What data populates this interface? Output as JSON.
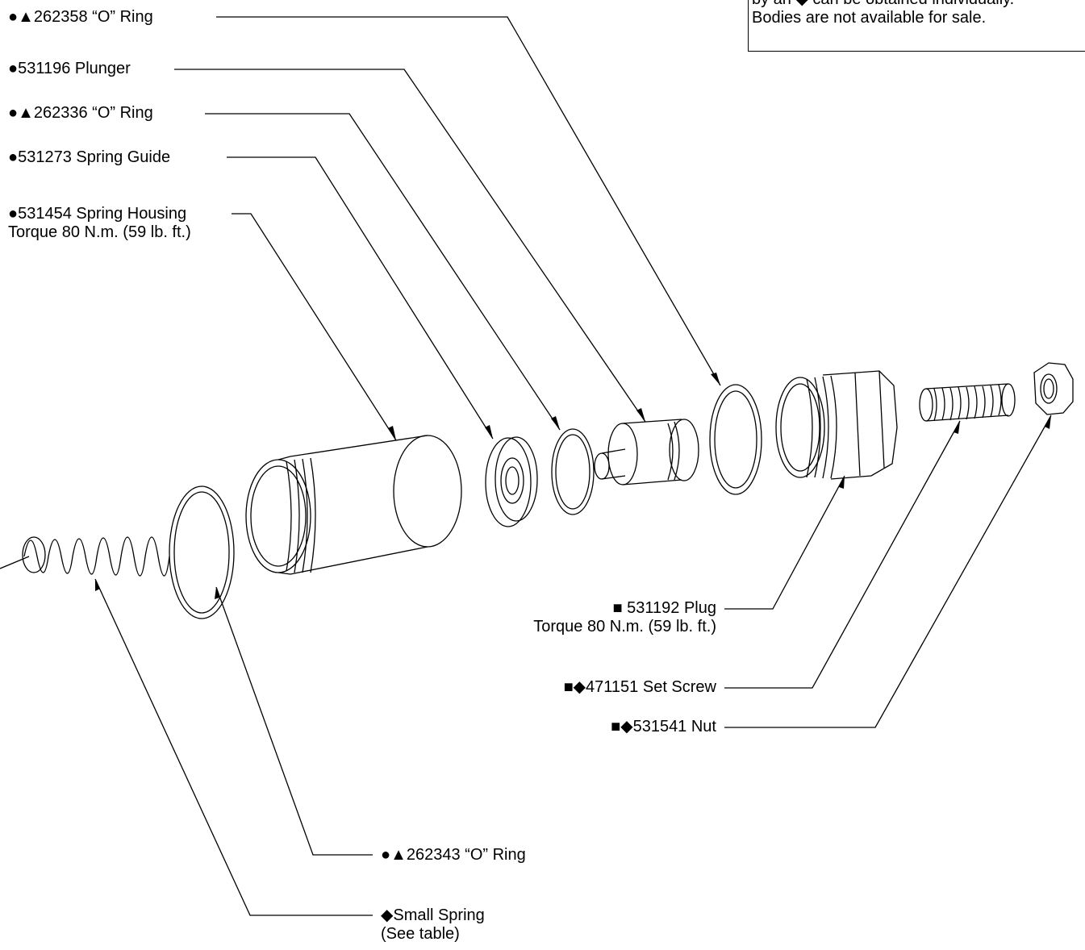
{
  "note": {
    "line1": "by an ◆ can be obtained individually.",
    "line2": "Bodies are not available for sale."
  },
  "labels": {
    "oring_262358": "●▲262358 “O” Ring",
    "plunger_531196": "●531196 Plunger",
    "oring_262336": "●▲262336 “O” Ring",
    "spring_guide_531273": "●531273 Spring Guide",
    "spring_housing_531454": "●531454 Spring Housing",
    "spring_housing_torque": "Torque 80 N.m. (59 lb. ft.)",
    "plug_531192": "■ 531192 Plug",
    "plug_torque": "Torque 80 N.m. (59 lb. ft.)",
    "set_screw_471151": "■◆471151 Set Screw",
    "nut_531541": "■◆531541 Nut",
    "oring_262343": "●▲262343 “O” Ring",
    "small_spring": "◆Small Spring",
    "small_spring_note": "(See table)"
  }
}
